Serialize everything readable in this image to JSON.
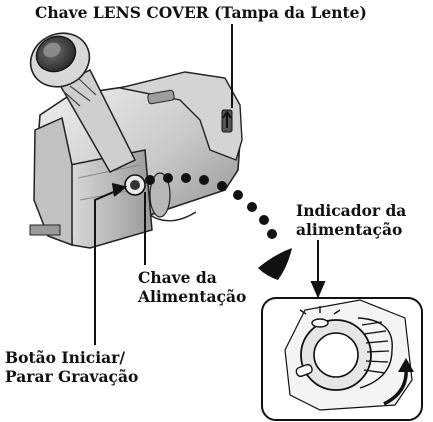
{
  "labels": {
    "lens_cover": "Chave LENS COVER (Tampa da Lente)",
    "power_indicator_line1": "Indicador da",
    "power_indicator_line2": "alimentação",
    "power_switch_line1": "Chave da",
    "power_switch_line2": "Alimentação",
    "rec_button_line1": "Botão Iniciar/",
    "rec_button_line2": "Parar Gravação"
  },
  "colors": {
    "ink": "#111111",
    "body_light": "#e8e8e8",
    "body_mid": "#bdbdbd",
    "body_dark": "#7a7a7a"
  },
  "icons": [
    "camcorder-illustration",
    "power-switch-closeup",
    "rotate-arrow-icon",
    "indicator-light-icon"
  ]
}
